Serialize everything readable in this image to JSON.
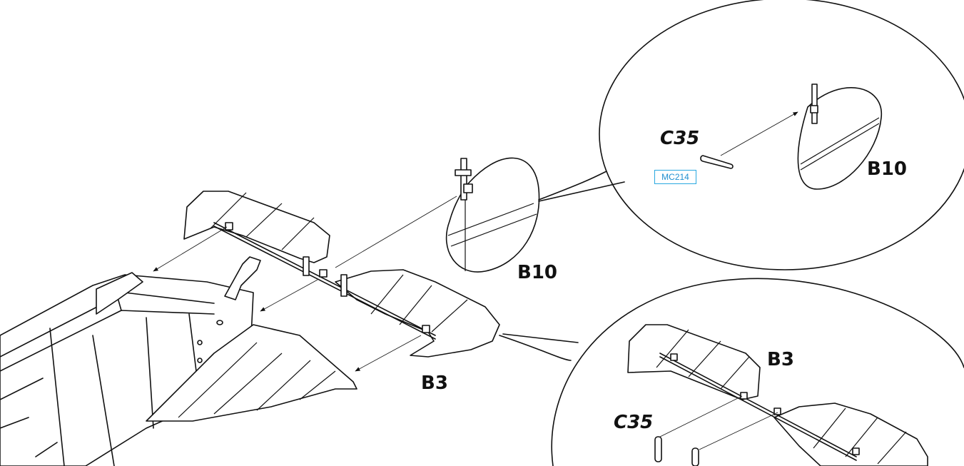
{
  "labels": {
    "fin_main": "B10",
    "tailplane_main": "B3",
    "fin_detail": "B10",
    "tailplane_detail": "B3",
    "pin_upper": "C35",
    "pin_lower": "C35"
  },
  "part_code": "MC214",
  "colors": {
    "line": "#111111",
    "part_code": "#1f8fd0"
  }
}
